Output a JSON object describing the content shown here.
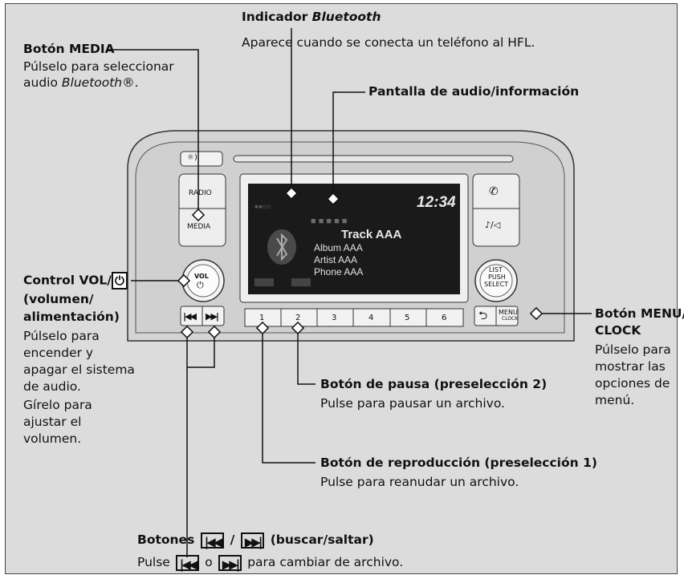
{
  "callouts": {
    "media": {
      "title": "Botón MEDIA",
      "line1": "Púlselo para seleccionar",
      "line2_prefix": "audio ",
      "line2_italic": "Bluetooth",
      "line2_suffix": "®."
    },
    "bluetooth": {
      "title_prefix": "Indicador ",
      "title_italic": "Bluetooth",
      "desc": "Aparece cuando se conecta un teléfono al HFL."
    },
    "display": {
      "title": "Pantalla de audio/información"
    },
    "vol": {
      "title_prefix": "Control VOL/",
      "power_glyph": "⏻",
      "title_line2": "(volumen/",
      "title_line3": "alimentación)",
      "desc": [
        "Púlselo para",
        "encender y",
        "apagar el sistema",
        "de audio.",
        "Gírelo para",
        "ajustar el",
        "volumen."
      ]
    },
    "menu": {
      "title_line1": "Botón MENU/",
      "title_line2": "CLOCK",
      "desc": [
        "Púlselo para",
        "mostrar las",
        "opciones de",
        "menú."
      ]
    },
    "pause": {
      "title": "Botón de pausa (preselección 2)",
      "desc": "Pulse para pausar un archivo."
    },
    "play": {
      "title": "Botón de reproducción (preselección 1)",
      "desc": "Pulse para reanudar un archivo."
    },
    "seek": {
      "title_prefix": "Botones",
      "prev_glyph": "|◀◀",
      "sep": "/",
      "next_glyph": "▶▶|",
      "title_suffix": "(buscar/saltar)",
      "desc_prefix": "Pulse",
      "desc_or": "o",
      "desc_suffix": "para cambiar de archivo."
    }
  },
  "device": {
    "screen": {
      "clock": "12:34",
      "track": "Track AAA",
      "album": "Album AAA",
      "artist": "Artist AAA",
      "phone": "Phone AAA"
    },
    "buttons": {
      "radio": "RADIO",
      "media": "MEDIA",
      "vol_top": "VOL",
      "power_symbol": "⏻",
      "phone_symbol": "✆",
      "music_symbol": "♪/◁",
      "list_line1": "LIST",
      "list_line2": "PUSH",
      "list_line3": "SELECT",
      "back_symbol": "⮌",
      "menu_line1": "MENU",
      "menu_line2": "CLOCK",
      "presets": [
        "1",
        "2",
        "3",
        "4",
        "5",
        "6"
      ],
      "prev_symbol": "|◀◀",
      "next_symbol": "▶▶|",
      "brightness_symbol": "☼)"
    }
  }
}
